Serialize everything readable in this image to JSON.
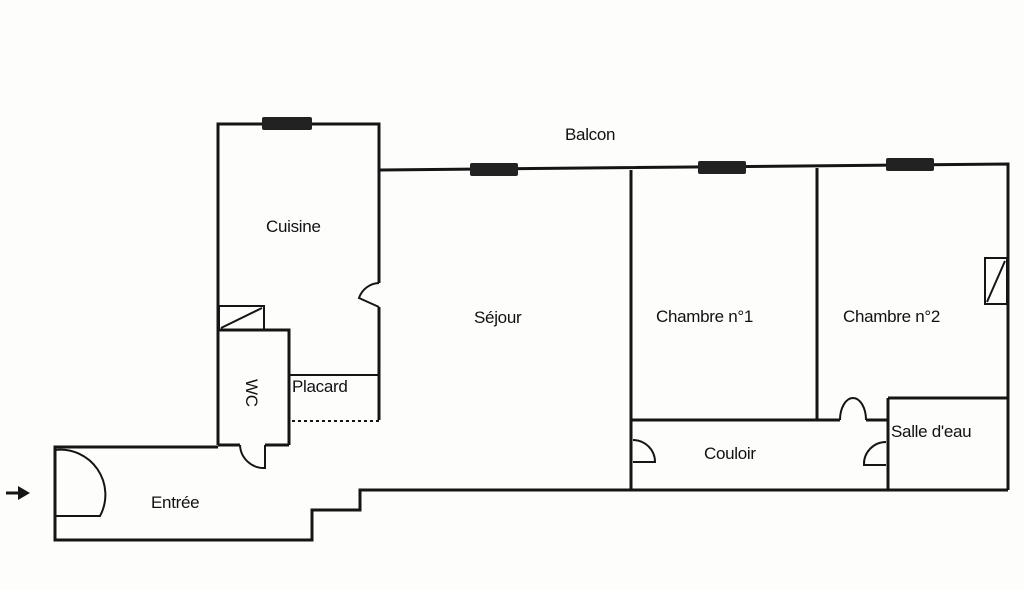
{
  "rooms": {
    "balcon": "Balcon",
    "cuisine": "Cuisine",
    "sejour": "Séjour",
    "chambre1": "Chambre n°1",
    "chambre2": "Chambre n°2",
    "wc": "WC",
    "placard": "Placard",
    "couloir": "Couloir",
    "salle_eau": "Salle d'eau",
    "entree": "Entrée"
  },
  "colors": {
    "wall": "#151515",
    "background": "#fdfdfc",
    "window": "#222222"
  },
  "icons": {
    "entry_marker": "arrow-right-icon"
  }
}
